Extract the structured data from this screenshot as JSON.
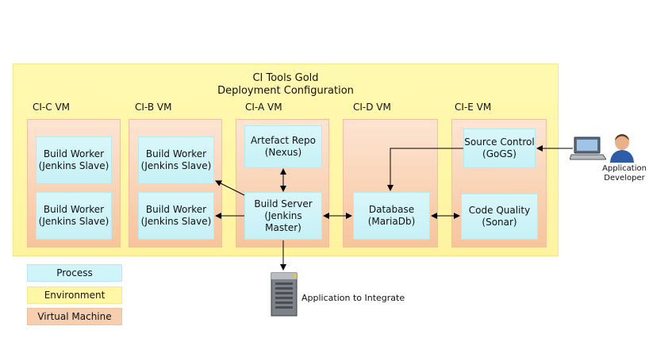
{
  "title": {
    "line1": "CI Tools Gold",
    "line2": "Deployment Configuration"
  },
  "vms": {
    "cic": "CI-C VM",
    "cib": "CI-B VM",
    "cia": "CI-A VM",
    "cid": "CI-D VM",
    "cie": "CI-E VM"
  },
  "processes": {
    "cic_top": {
      "name": "Build Worker",
      "sub": "(Jenkins Slave)"
    },
    "cic_bottom": {
      "name": "Build Worker",
      "sub": "(Jenkins Slave)"
    },
    "cib_top": {
      "name": "Build Worker",
      "sub": "(Jenkins Slave)"
    },
    "cib_bottom": {
      "name": "Build Worker",
      "sub": "(Jenkins Slave)"
    },
    "artefact": {
      "name": "Artefact Repo",
      "sub": "(Nexus)"
    },
    "build_server": {
      "name": "Build Server",
      "sub": "(Jenkins Master)"
    },
    "database": {
      "name": "Database",
      "sub": "(MariaDb)"
    },
    "source": {
      "name": "Source Control",
      "sub": "(GoGS)"
    },
    "quality": {
      "name": "Code Quality",
      "sub": "(Sonar)"
    }
  },
  "external": {
    "developer": {
      "line1": "Application",
      "line2": "Developer"
    },
    "integrate": "Application to Integrate"
  },
  "legend": {
    "process": "Process",
    "environment": "Environment",
    "virtual_machine": "Virtual Machine"
  },
  "icons": [
    "laptop-icon",
    "user-icon",
    "server-icon"
  ]
}
